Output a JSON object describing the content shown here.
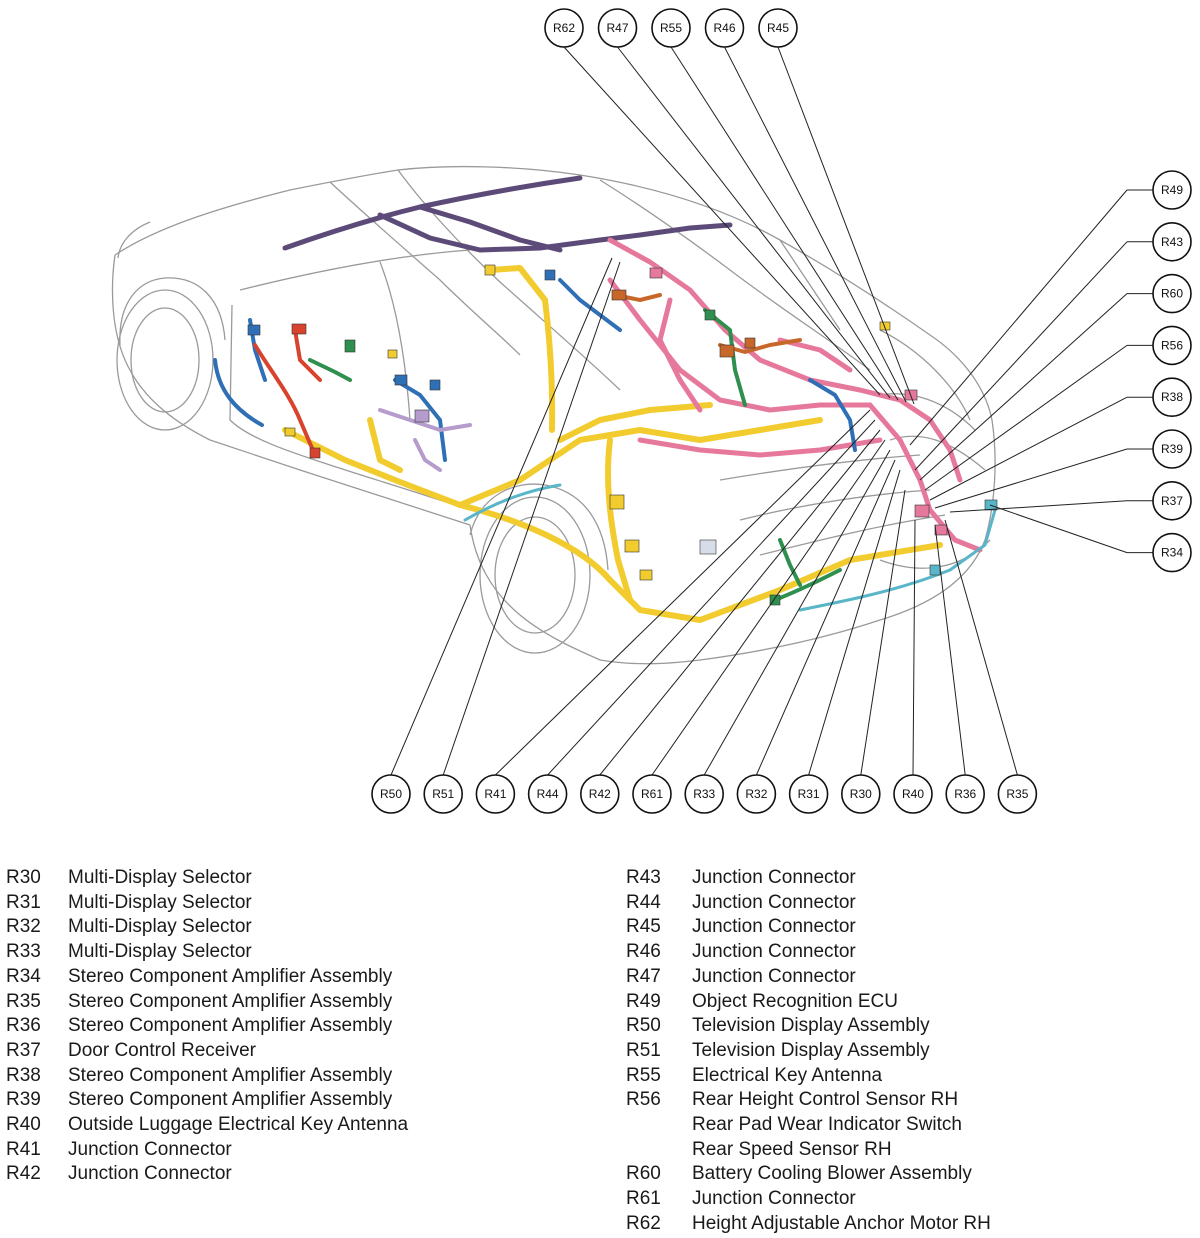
{
  "callouts_top": [
    "R62",
    "R47",
    "R55",
    "R46",
    "R45"
  ],
  "callouts_right": [
    "R49",
    "R43",
    "R60",
    "R56",
    "R38",
    "R39",
    "R37",
    "R34"
  ],
  "callouts_bottom": [
    "R50",
    "R51",
    "R41",
    "R44",
    "R42",
    "R61",
    "R33",
    "R32",
    "R31",
    "R30",
    "R40",
    "R36",
    "R35"
  ],
  "legend_left": [
    {
      "code": "R30",
      "lines": [
        "Multi-Display Selector"
      ]
    },
    {
      "code": "R31",
      "lines": [
        "Multi-Display Selector"
      ]
    },
    {
      "code": "R32",
      "lines": [
        "Multi-Display Selector"
      ]
    },
    {
      "code": "R33",
      "lines": [
        "Multi-Display Selector"
      ]
    },
    {
      "code": "R34",
      "lines": [
        "Stereo Component Amplifier Assembly"
      ]
    },
    {
      "code": "R35",
      "lines": [
        "Stereo Component Amplifier Assembly"
      ]
    },
    {
      "code": "R36",
      "lines": [
        "Stereo Component Amplifier Assembly"
      ]
    },
    {
      "code": "R37",
      "lines": [
        "Door Control Receiver"
      ]
    },
    {
      "code": "R38",
      "lines": [
        "Stereo Component Amplifier Assembly"
      ]
    },
    {
      "code": "R39",
      "lines": [
        "Stereo Component Amplifier Assembly"
      ]
    },
    {
      "code": "R40",
      "lines": [
        "Outside Luggage Electrical Key Antenna"
      ]
    },
    {
      "code": "R41",
      "lines": [
        "Junction Connector"
      ]
    },
    {
      "code": "R42",
      "lines": [
        "Junction Connector"
      ]
    }
  ],
  "legend_right": [
    {
      "code": "R43",
      "lines": [
        "Junction Connector"
      ]
    },
    {
      "code": "R44",
      "lines": [
        "Junction Connector"
      ]
    },
    {
      "code": "R45",
      "lines": [
        "Junction Connector"
      ]
    },
    {
      "code": "R46",
      "lines": [
        "Junction Connector"
      ]
    },
    {
      "code": "R47",
      "lines": [
        "Junction Connector"
      ]
    },
    {
      "code": "R49",
      "lines": [
        "Object Recognition ECU"
      ]
    },
    {
      "code": "R50",
      "lines": [
        "Television Display Assembly"
      ]
    },
    {
      "code": "R51",
      "lines": [
        "Television Display Assembly"
      ]
    },
    {
      "code": "R55",
      "lines": [
        "Electrical Key Antenna"
      ]
    },
    {
      "code": "R56",
      "lines": [
        "Rear Height Control Sensor RH",
        "Rear Pad Wear Indicator Switch",
        "Rear Speed Sensor RH"
      ]
    },
    {
      "code": "R60",
      "lines": [
        "Battery Cooling Blower Assembly"
      ]
    },
    {
      "code": "R61",
      "lines": [
        "Junction Connector"
      ]
    },
    {
      "code": "R62",
      "lines": [
        "Height Adjustable Anchor Motor RH"
      ]
    }
  ],
  "harness_colors": {
    "yellow": "#f2cc2e",
    "pink": "#e6799b",
    "purple": "#5c4a78",
    "blue": "#2f6fb5",
    "red": "#d8432d",
    "green": "#2f8f4e",
    "orange": "#c8672a",
    "lavender": "#b59ccc",
    "cyan": "#58b6c8",
    "car_outline": "#9a9a9a",
    "leader_line": "#222222"
  }
}
